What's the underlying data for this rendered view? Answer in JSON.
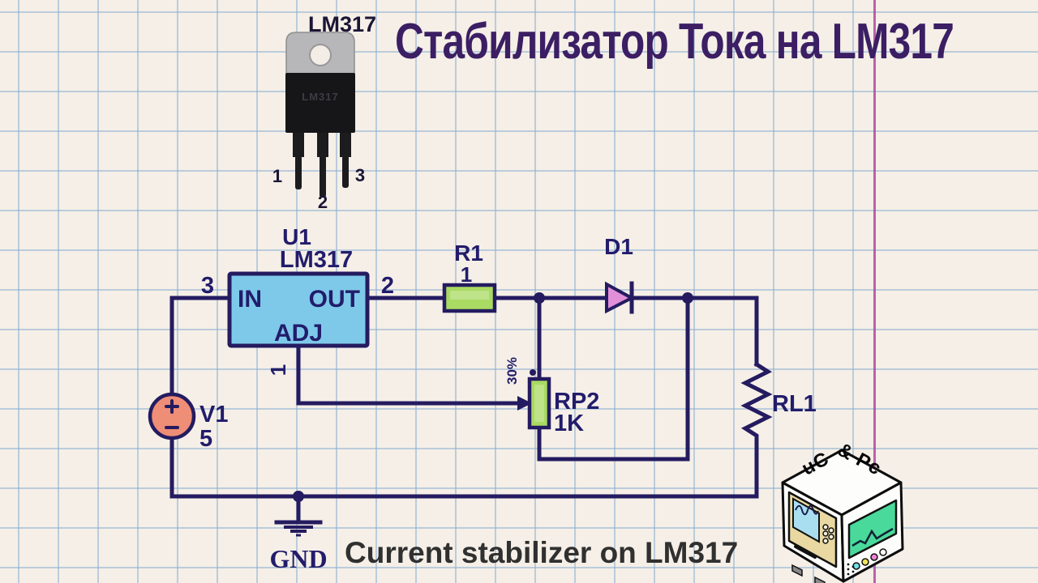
{
  "title": "Стабилизатор Тока на LM317",
  "caption": "Current stabilizer on LM317",
  "package": {
    "label": "LM317",
    "body_text": "LM317",
    "pin1": "1",
    "pin2": "2",
    "pin3": "3"
  },
  "schematic": {
    "u1": {
      "ref": "U1",
      "part": "LM317",
      "in": "IN",
      "out": "OUT",
      "adj": "ADJ",
      "pin_in": "3",
      "pin_out": "2",
      "pin_adj": "1"
    },
    "r1": {
      "ref": "R1",
      "value": "1"
    },
    "d1": {
      "ref": "D1"
    },
    "rp2": {
      "ref": "RP2",
      "value": "1K",
      "wiper_pos": "30%"
    },
    "rl1": {
      "ref": "RL1"
    },
    "v1": {
      "ref": "V1",
      "value": "5"
    },
    "gnd": {
      "label": "GND"
    }
  },
  "logo": {
    "text": "uC & Pc"
  },
  "colors": {
    "paper": "#f5efe7",
    "grid": "rgba(140,175,210,0.55)",
    "margin": "#b5489f",
    "wire": "#241b60",
    "label": "#221c6b",
    "title": "#3b1e63",
    "caption": "#303030",
    "u1_fill": "#7ec9ea",
    "resistor_fill": "#a9da62",
    "diode_fill": "#e28fd9",
    "source_fill": "#ee8e76"
  }
}
